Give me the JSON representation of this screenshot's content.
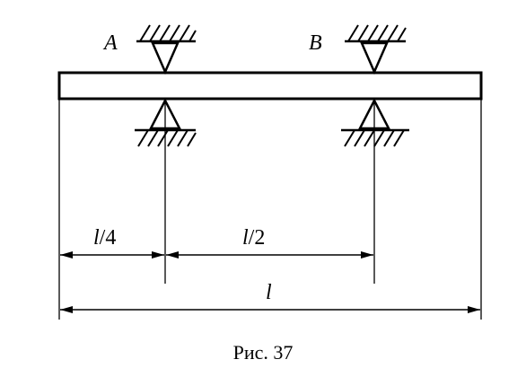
{
  "diagram": {
    "support_a_label": "A",
    "support_b_label": "B",
    "dim_left_var": "l",
    "dim_left_rest": "/4",
    "dim_mid_var": "l",
    "dim_mid_rest": "/2",
    "dim_total": "l"
  },
  "caption": {
    "text": "Рис. 37"
  }
}
